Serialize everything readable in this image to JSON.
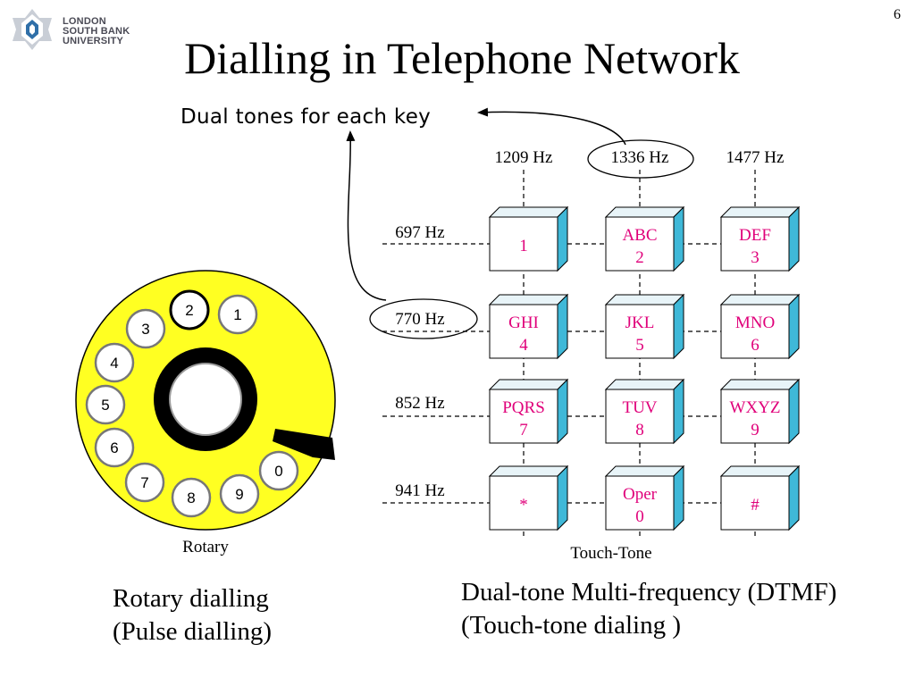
{
  "logo": {
    "lines": [
      "LONDON",
      "SOUTH BANK",
      "UNIVERSITY"
    ]
  },
  "slide_number": "6",
  "title": "Dialling in Telephone Network",
  "callout": "Dual tones for each key",
  "dtmf": {
    "column_freqs": [
      "1209 Hz",
      "1336 Hz",
      "1477 Hz"
    ],
    "row_freqs": [
      "697 Hz",
      "770 Hz",
      "852 Hz",
      "941 Hz"
    ],
    "keys": [
      [
        {
          "top": "",
          "bottom": "1"
        },
        {
          "top": "ABC",
          "bottom": "2"
        },
        {
          "top": "DEF",
          "bottom": "3"
        }
      ],
      [
        {
          "top": "GHI",
          "bottom": "4"
        },
        {
          "top": "JKL",
          "bottom": "5"
        },
        {
          "top": "MNO",
          "bottom": "6"
        }
      ],
      [
        {
          "top": "PQRS",
          "bottom": "7"
        },
        {
          "top": "TUV",
          "bottom": "8"
        },
        {
          "top": "WXYZ",
          "bottom": "9"
        }
      ],
      [
        {
          "top": "",
          "bottom": "*"
        },
        {
          "top": "Oper",
          "bottom": "0"
        },
        {
          "top": "",
          "bottom": "#"
        }
      ]
    ],
    "label": "Touch-Tone",
    "key_text_color": "#e0007a",
    "key_side_color": "#3fb8d8"
  },
  "rotary": {
    "digits": [
      "1",
      "2",
      "3",
      "4",
      "5",
      "6",
      "7",
      "8",
      "9",
      "0"
    ],
    "label": "Rotary",
    "dial_color": "#ffff22"
  },
  "captions": {
    "left": [
      "Rotary dialling",
      "(Pulse dialling)"
    ],
    "right": [
      "Dual-tone Multi-frequency (DTMF)",
      "(Touch-tone dialing )"
    ]
  }
}
